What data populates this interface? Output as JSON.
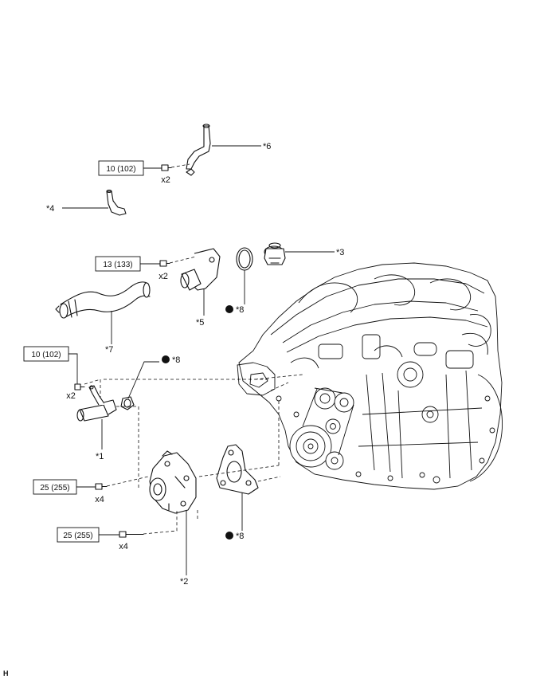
{
  "torque_specs": {
    "t1": "10 (102)",
    "t2": "13 (133)",
    "t3": "10 (102)",
    "t4": "25 (255)",
    "t5": "25 (255)"
  },
  "quantities": {
    "q1": "x2",
    "q2": "x2",
    "q3": "x2",
    "q4": "x4",
    "q5": "x4"
  },
  "callouts": {
    "c1": "*1",
    "c2": "*2",
    "c3": "*3",
    "c4": "*4",
    "c5": "*5",
    "c6": "*6",
    "c7": "*7",
    "c8a": "*8",
    "c8b": "*8",
    "c8c": "*8"
  },
  "corner_mark": "H"
}
